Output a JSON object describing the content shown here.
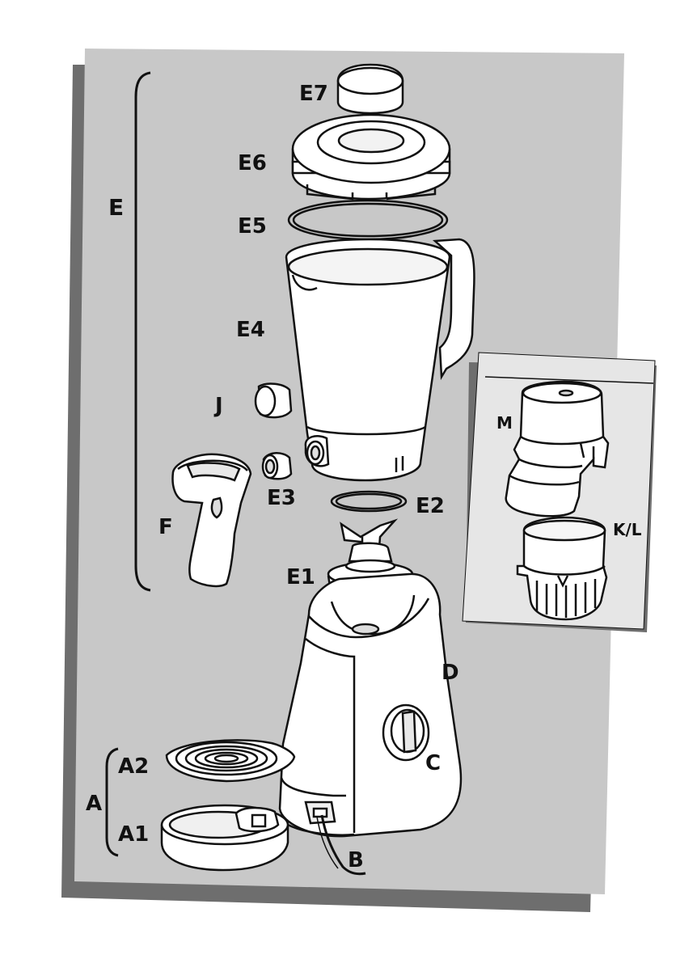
{
  "colors": {
    "panel": "#c8c8c8",
    "shadow": "#6e6e6e",
    "inset_panel": "#e6e6e6",
    "part_fill": "#ffffff",
    "outline": "#111111"
  },
  "labels": {
    "E": "E",
    "E7": "E7",
    "E6": "E6",
    "E5": "E5",
    "E4": "E4",
    "E3": "E3",
    "E2": "E2",
    "E1": "E1",
    "J": "J",
    "F": "F",
    "D": "D",
    "C": "C",
    "B": "B",
    "A": "A",
    "A1": "A1",
    "A2": "A2",
    "M": "M",
    "KL": "K/L"
  }
}
